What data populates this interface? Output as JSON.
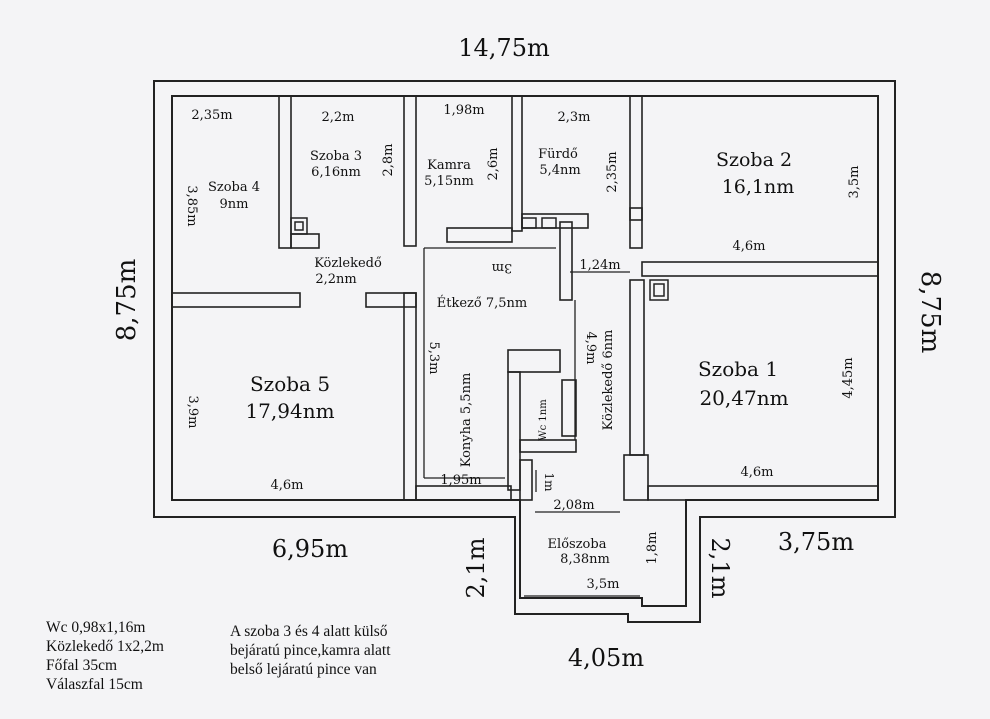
{
  "dimensions": {
    "top_width": "14,75m",
    "left_height": "8,75m",
    "right_height": "8,75m",
    "bottom_left": "6,95m",
    "bottom_right": "3,75m",
    "entrance_width": "4,05m",
    "entrance_left": "2,1m",
    "entrance_right": "2,1m"
  },
  "rooms": {
    "szoba4": {
      "name": "Szoba 4",
      "area": "9nm",
      "width": "2,35m",
      "height": "3,85m"
    },
    "szoba3": {
      "name": "Szoba 3",
      "area": "6,16nm",
      "width": "2,2m",
      "height": "2,8m"
    },
    "kamra": {
      "name": "Kamra",
      "area": "5,15nm",
      "width": "1,98m",
      "height": "2,6m"
    },
    "furdo": {
      "name": "Fürdő",
      "area": "5,4nm",
      "width": "2,3m",
      "height": "2,35m"
    },
    "szoba2": {
      "name": "Szoba 2",
      "area": "16,1nm",
      "width": "4,6m",
      "height": "3,5m"
    },
    "kozleked1": {
      "name": "Közlekedő",
      "area": "2,2nm"
    },
    "etkezo": {
      "label": "Étkező 7,5nm",
      "width": "3m"
    },
    "connector": {
      "width": "1,24m"
    },
    "szoba5": {
      "name": "Szoba 5",
      "area": "17,94nm",
      "width": "4,6m",
      "height": "3,9m"
    },
    "konyha": {
      "label": "Konyha 5,5nm",
      "height": "5,3m",
      "width": "1,95m"
    },
    "wc": {
      "label": "Wc 1nm",
      "depth": "1m"
    },
    "kozleked2": {
      "label": "Közlekedő 6nm",
      "height": "4,9m"
    },
    "szoba1": {
      "name": "Szoba 1",
      "area": "20,47nm",
      "width": "4,6m",
      "height": "4,45m"
    },
    "eloszoba": {
      "name": "Előszoba",
      "area": "8,38nm",
      "width": "3,5m",
      "height": "1,8m",
      "top_width": "2,08m"
    }
  },
  "notes": {
    "left": [
      "Wc  0,98x1,16m",
      "Közlekedő  1x2,2m",
      "Főfal 35cm",
      "Válaszfal 15cm"
    ],
    "right": [
      "A szoba 3 és 4 alatt külső",
      "bejáratú pince,kamra alatt",
      "belső lejáratú pince van"
    ]
  }
}
